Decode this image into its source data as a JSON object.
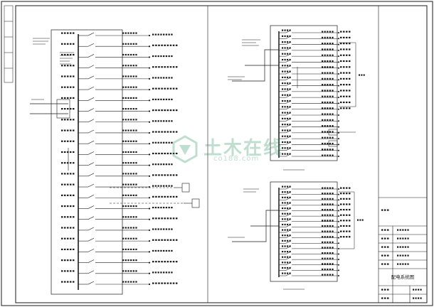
{
  "sheet": {
    "title_block": {
      "drawing_title": "配电系统图"
    }
  },
  "watermark": {
    "brand": "土木在线",
    "url": "co188.com"
  },
  "colors": {
    "line": "#1a1a1a",
    "accent": "#4a4ab0",
    "watermark": "#1f8a5b"
  },
  "left_panel": {
    "outgoing_circuit_count": 24
  },
  "right_top_panel": {
    "circuit_count": 22
  },
  "right_bottom_panel": {
    "circuit_count": 17
  }
}
